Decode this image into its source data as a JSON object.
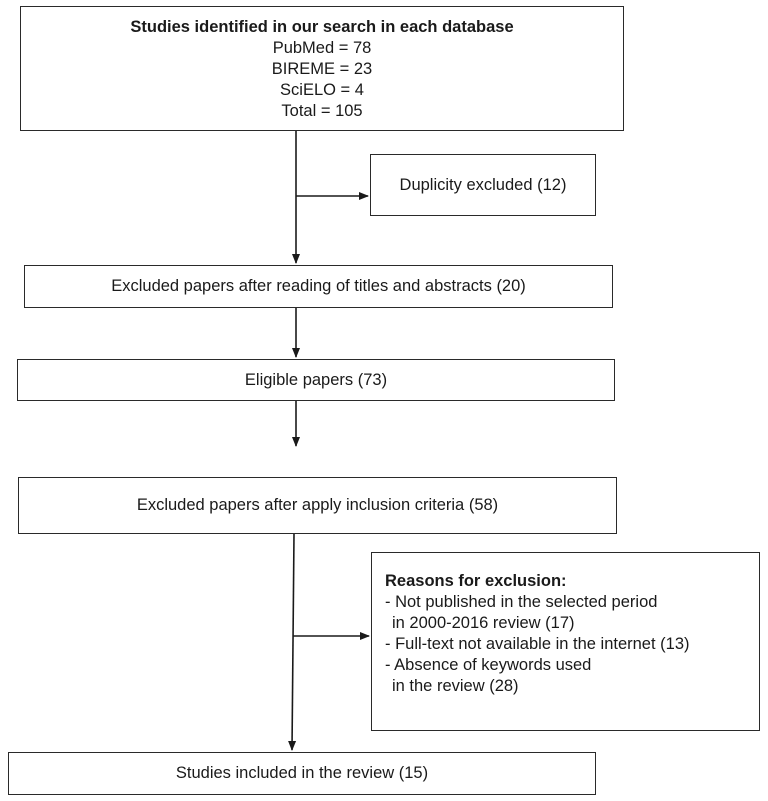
{
  "search_box": {
    "title": "Studies identified in our search in each database",
    "lines": [
      "PubMed = 78",
      "BIREME = 23",
      "SciELO = 4",
      "Total = 105"
    ]
  },
  "duplicity_box": {
    "text": "Duplicity excluded (12)"
  },
  "titles_box": {
    "text": "Excluded papers after reading of titles and abstracts (20)"
  },
  "eligible_box": {
    "text": "Eligible papers (73)"
  },
  "inclusion_box": {
    "text": "Excluded papers after apply inclusion criteria (58)"
  },
  "reasons_box": {
    "title": "Reasons for exclusion:",
    "lines": [
      "- Not published in the selected period",
      "  in 2000-2016 review (17)",
      "- Full-text not available in the internet (13)",
      "- Absence of keywords used",
      "  in the review (28)"
    ]
  },
  "included_box": {
    "text": "Studies included in the review (15)"
  }
}
